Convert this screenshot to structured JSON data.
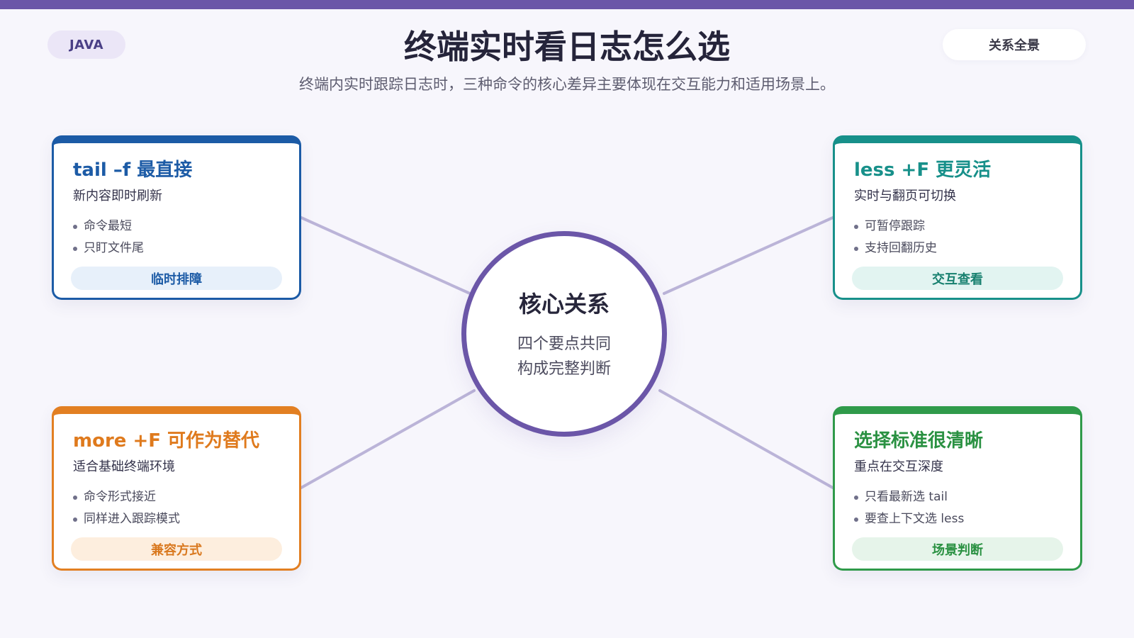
{
  "header": {
    "tag": "JAVA",
    "title": "终端实时看日志怎么选",
    "subtitle": "终端内实时跟踪日志时，三种命令的核心差异主要体现在交互能力和适用场景上。",
    "scope_label": "关系全景"
  },
  "hub": {
    "title": "核心关系",
    "line1": "四个要点共同",
    "line2": "构成完整判断"
  },
  "cards": [
    {
      "title": "tail –f 最直接",
      "subtitle": "新内容即时刷新",
      "points": [
        "命令最短",
        "只盯文件尾"
      ],
      "badge": "临时排障"
    },
    {
      "title": "less +F 更灵活",
      "subtitle": "实时与翻页可切换",
      "points": [
        "可暂停跟踪",
        "支持回翻历史"
      ],
      "badge": "交互查看"
    },
    {
      "title": "more +F 可作为替代",
      "subtitle": "适合基础终端环境",
      "points": [
        "命令形式接近",
        "同样进入跟踪模式"
      ],
      "badge": "兼容方式"
    },
    {
      "title": "选择标准很清晰",
      "subtitle": "重点在交互深度",
      "points": [
        "只看最新选 tail",
        "要查上下文选 less"
      ],
      "badge": "场景判断"
    }
  ],
  "colors": {
    "accent": "#6b56a8",
    "connector": "#bbb4d8",
    "card_blue": "#1c5ba6",
    "card_teal": "#17908a",
    "card_orange": "#e27f22",
    "card_green": "#2f9a4a"
  }
}
